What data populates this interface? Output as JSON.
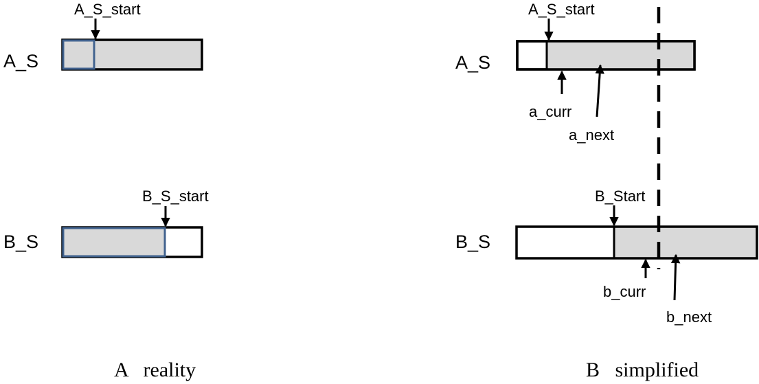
{
  "panels": {
    "a": {
      "caption": "A   reality",
      "row_a_label": "A_S",
      "row_b_label": "B_S",
      "a_pointer_label": "A_S_start",
      "b_pointer_label": "B_S_start"
    },
    "b": {
      "caption": "B   simplified",
      "row_a_label": "A_S",
      "row_b_label": "B_S",
      "a_start_label": "A_S_start",
      "a_curr_label": "a_curr",
      "a_next_label": "a_next",
      "b_start_label": "B_Start",
      "b_curr_label": "b_curr",
      "b_next_label": "b_next"
    }
  },
  "colors": {
    "fill": "#d9d9d9",
    "outline": "#000000",
    "highlight_outline": "#41628e"
  }
}
